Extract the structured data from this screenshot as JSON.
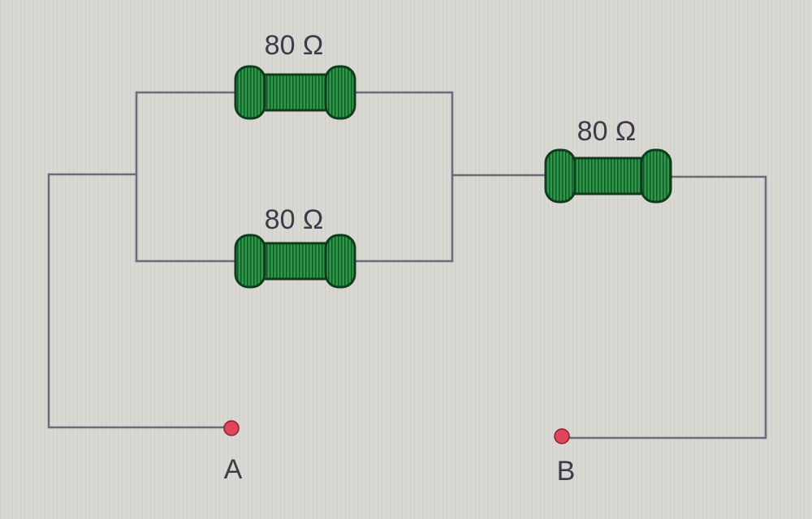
{
  "resistors": [
    {
      "id": "r-top",
      "label": "80 Ω",
      "resistance_ohms": 80
    },
    {
      "id": "r-bottom",
      "label": "80 Ω",
      "resistance_ohms": 80
    },
    {
      "id": "r-series",
      "label": "80 Ω",
      "resistance_ohms": 80
    }
  ],
  "terminals": [
    {
      "id": "A",
      "label": "A"
    },
    {
      "id": "B",
      "label": "B"
    }
  ],
  "colors": {
    "background": "#d9d8d3",
    "wire": "#6b6b7a",
    "resistor_body": "#1f8a3c",
    "resistor_outline": "#0f3d1c",
    "terminal": "#e0455a"
  }
}
